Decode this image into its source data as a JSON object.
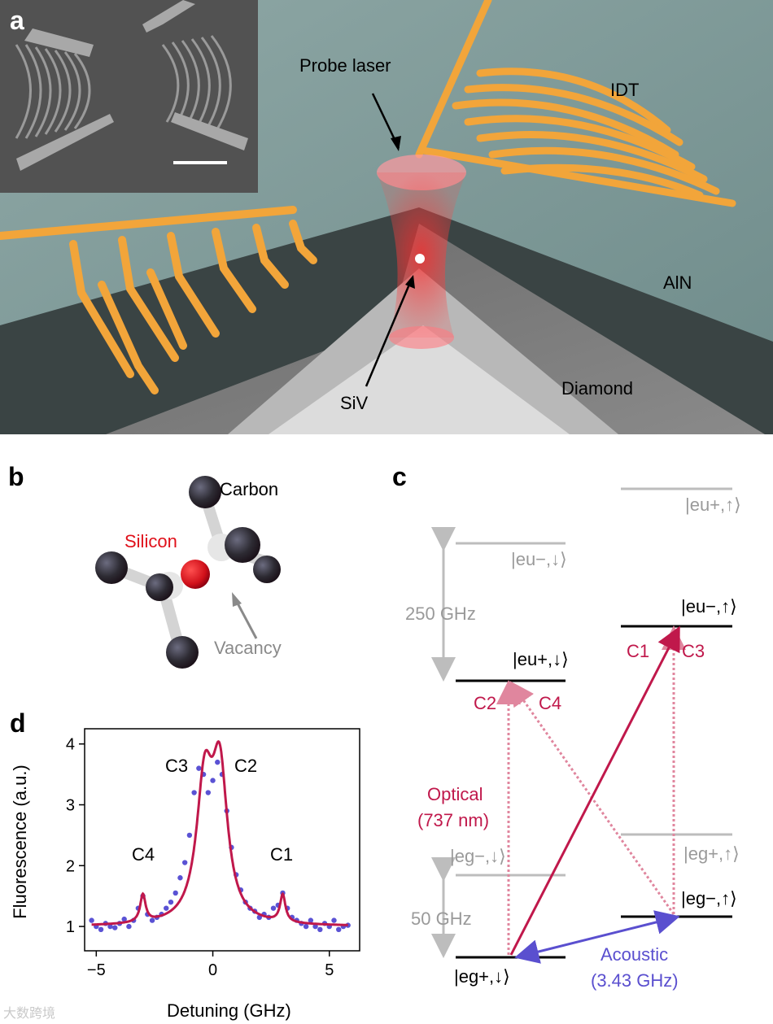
{
  "panel_a": {
    "label": "a",
    "probe_laser": "Probe laser",
    "idt": "IDT",
    "aln": "AlN",
    "siv": "SiV",
    "diamond": "Diamond"
  },
  "panel_b": {
    "label": "b",
    "carbon": "Carbon",
    "silicon": "Silicon",
    "vacancy": "Vacancy",
    "silicon_color": "#e0101a"
  },
  "panel_c": {
    "label": "c",
    "levels": {
      "eu_plus_up": "|eu+,↑⟩",
      "eu_minus_down": "|eu−,↓⟩",
      "eu_minus_up": "|eu−,↑⟩",
      "eu_plus_down": "|eu+,↓⟩",
      "eg_minus_down": "|eg−,↓⟩",
      "eg_plus_up": "|eg+,↑⟩",
      "eg_minus_up": "|eg−,↑⟩",
      "eg_plus_down": "|eg+,↓⟩"
    },
    "split_excited": "250 GHz",
    "split_ground": "50 GHz",
    "transitions": {
      "c1": "C1",
      "c2": "C2",
      "c3": "C3",
      "c4": "C4"
    },
    "optical_line1": "Optical",
    "optical_line2": "(737 nm)",
    "acoustic_line1": "Acoustic",
    "acoustic_line2": "(3.43 GHz)",
    "optical_color": "#c0184b",
    "acoustic_color": "#5a4fcf"
  },
  "panel_d": {
    "label": "d",
    "peaks": {
      "c4": "C4",
      "c3": "C3",
      "c2": "C2",
      "c1": "C1"
    }
  },
  "chart_data": {
    "type": "scatter",
    "xlabel": "Detuning (GHz)",
    "ylabel": "Fluorescence (a.u.)",
    "xlim": [
      -5.5,
      6.3
    ],
    "ylim": [
      0.6,
      4.25
    ],
    "xticks": [
      "−5",
      "0",
      "5"
    ],
    "yticks": [
      "1",
      "2",
      "3",
      "4"
    ],
    "series": [
      {
        "kind": "points",
        "color": "#5a52d4",
        "x": [
          -5.2,
          -5.0,
          -4.8,
          -4.6,
          -4.4,
          -4.2,
          -4.0,
          -3.8,
          -3.6,
          -3.4,
          -3.2,
          -3.0,
          -2.8,
          -2.6,
          -2.4,
          -2.2,
          -2.0,
          -1.8,
          -1.6,
          -1.4,
          -1.2,
          -1.0,
          -0.8,
          -0.6,
          -0.4,
          -0.2,
          0.0,
          0.2,
          0.4,
          0.6,
          0.8,
          1.0,
          1.2,
          1.4,
          1.6,
          1.8,
          2.0,
          2.2,
          2.4,
          2.6,
          2.8,
          3.0,
          3.2,
          3.4,
          3.6,
          3.8,
          4.0,
          4.2,
          4.4,
          4.6,
          4.8,
          5.0,
          5.2,
          5.4,
          5.6,
          5.8
        ],
        "y": [
          1.1,
          1.0,
          0.95,
          1.05,
          1.0,
          0.98,
          1.05,
          1.12,
          1.0,
          1.1,
          1.3,
          1.5,
          1.2,
          1.1,
          1.15,
          1.2,
          1.3,
          1.4,
          1.55,
          1.8,
          2.05,
          2.5,
          3.2,
          3.6,
          3.5,
          3.2,
          3.4,
          3.7,
          3.5,
          2.9,
          2.3,
          1.85,
          1.6,
          1.4,
          1.3,
          1.25,
          1.15,
          1.2,
          1.15,
          1.3,
          1.35,
          1.55,
          1.3,
          1.15,
          1.1,
          1.05,
          1.0,
          1.1,
          1.0,
          0.95,
          1.05,
          1.0,
          1.1,
          0.95,
          1.0,
          1.02
        ]
      },
      {
        "kind": "fit",
        "color": "#c0184b",
        "baseline": 1.0,
        "peaks": [
          {
            "center": -3.0,
            "amp": 0.45,
            "width": 0.14
          },
          {
            "center": -0.35,
            "amp": 2.2,
            "width": 0.42
          },
          {
            "center": 0.3,
            "amp": 2.35,
            "width": 0.4
          },
          {
            "center": 3.0,
            "amp": 0.45,
            "width": 0.14
          }
        ]
      }
    ]
  },
  "watermark": "大数跨境"
}
